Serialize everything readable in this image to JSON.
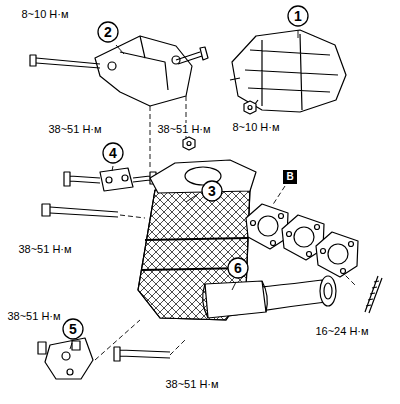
{
  "diagram": {
    "nodes": [
      {
        "text": [
          "1"
        ]
      },
      {
        "text": [
          "2"
        ]
      },
      {
        "text": [
          "4"
        ]
      },
      {
        "text": [
          "B"
        ]
      },
      {
        "text": [
          "3"
        ]
      },
      {
        "text": [
          "6"
        ]
      },
      {
        "text": [
          "5"
        ]
      }
    ],
    "labels": [
      "8~10 Н·м",
      "8~10 Н·м",
      "38~51 Н·м",
      "38~51 Н·м",
      "38~51 Н·м",
      "38~51 Н·м",
      "16~24 Н·м",
      "38~51 Н·м"
    ]
  }
}
